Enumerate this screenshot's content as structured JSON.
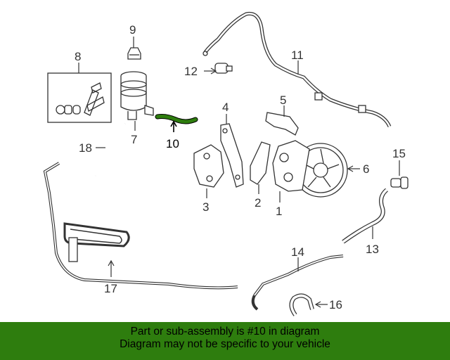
{
  "diagram": {
    "callouts": [
      {
        "id": "1",
        "label": "1"
      },
      {
        "id": "2",
        "label": "2"
      },
      {
        "id": "3",
        "label": "3"
      },
      {
        "id": "4",
        "label": "4"
      },
      {
        "id": "5",
        "label": "5"
      },
      {
        "id": "6",
        "label": "6"
      },
      {
        "id": "7",
        "label": "7"
      },
      {
        "id": "8",
        "label": "8"
      },
      {
        "id": "9",
        "label": "9"
      },
      {
        "id": "10",
        "label": "10"
      },
      {
        "id": "11",
        "label": "11"
      },
      {
        "id": "12",
        "label": "12"
      },
      {
        "id": "13",
        "label": "13"
      },
      {
        "id": "14",
        "label": "14"
      },
      {
        "id": "15",
        "label": "15"
      },
      {
        "id": "16",
        "label": "16"
      },
      {
        "id": "17",
        "label": "17"
      },
      {
        "id": "18",
        "label": "18"
      }
    ],
    "highlighted_part": "10",
    "highlight_color": "#2e7d0e"
  },
  "banner": {
    "line1": "Part or sub-assembly is #10 in diagram",
    "line2": "Diagram may not be specific to your vehicle",
    "background": "#2e7d0e"
  }
}
